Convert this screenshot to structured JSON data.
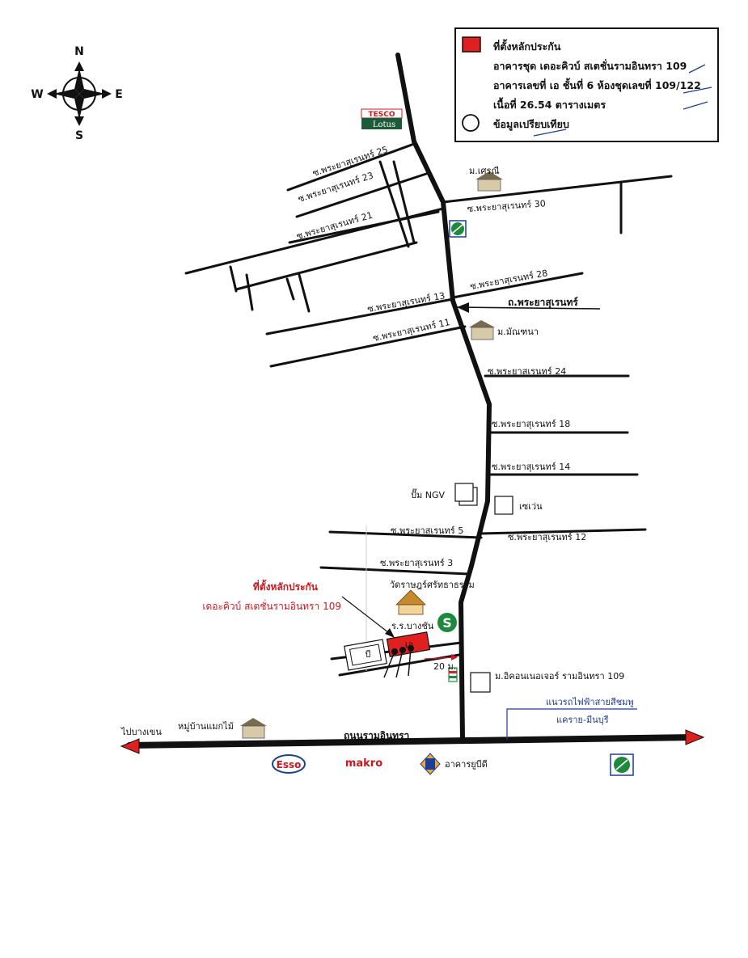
{
  "compass": {
    "n": "N",
    "s": "S",
    "e": "E",
    "w": "W"
  },
  "legend": {
    "title": "ที่ตั้งหลักประกัน",
    "line1": "อาคารชุด เดอะคิวบ์ สเตชั่นรามอินทรา 109",
    "line2": "อาคารเลขที่ เอ ชั้นที่ 6 ห้องชุดเลขที่ 109/122",
    "line3": "เนื้อที่ 26.54 ตารางเมตร",
    "compare": "ข้อมูลเปรียบเทียบ"
  },
  "landmarks": {
    "tesco_top": "TESCO",
    "tesco_bottom": "Lotus",
    "sereenee": "ม.เศรณี",
    "manthana": "ม.มัณฑนา",
    "ngv": "ปั๊ม NGV",
    "seven": "เซเว่น",
    "temple": "วัดราษฎร์ศรัทธาธรรม",
    "school": "ร.ร.บางชัน",
    "icon_condo": "ม.อิคอนเนอเจอร์ รามอินทรา 109",
    "village": "หมู่บ้านแมกไม้",
    "ub": "อาคารยูบีดี",
    "esso": "Esso",
    "makro": "makro",
    "train1": "แนวรถไฟฟ้าสายสีชมพู",
    "train2": "แคราย-มีนบุรี",
    "to_bangkhen": "ไปบางเขน",
    "main_road": "ถนนรามอินทรา",
    "pra_road": "ถ.พระยาสุเรนทร์",
    "distance": "20 ม.",
    "bldg_a": "เอ",
    "bldg_b": "บี"
  },
  "collateral": {
    "line1": "ที่ตั้งหลักประกัน",
    "line2": "เดอะคิวบ์ สเตชั่นรามอินทรา 109"
  },
  "sois": {
    "s25": "ซ.พระยาสุเรนทร์ 25",
    "s23": "ซ.พระยาสุเรนทร์ 23",
    "s21": "ซ.พระยาสุเรนทร์ 21",
    "s30": "ซ.พระยาสุเรนทร์ 30",
    "s28": "ซ.พระยาสุเรนทร์ 28",
    "s13": "ซ.พระยาสุเรนทร์ 13",
    "s11": "ซ.พระยาสุเรนทร์ 11",
    "s24": "ซ.พระยาสุเรนทร์ 24",
    "s18": "ซ.พระยาสุเรนทร์ 18",
    "s14": "ซ.พระยาสุเรนทร์ 14",
    "s5": "ซ.พระยาสุเรนทร์ 5",
    "s12": "ซ.พระยาสุเรนทร์ 12",
    "s3": "ซ.พระยาสุเรนทร์ 3"
  },
  "colors": {
    "road": "#111111",
    "red": "#e0201f",
    "green": "#1c8a3c",
    "blue": "#1b3f93"
  }
}
